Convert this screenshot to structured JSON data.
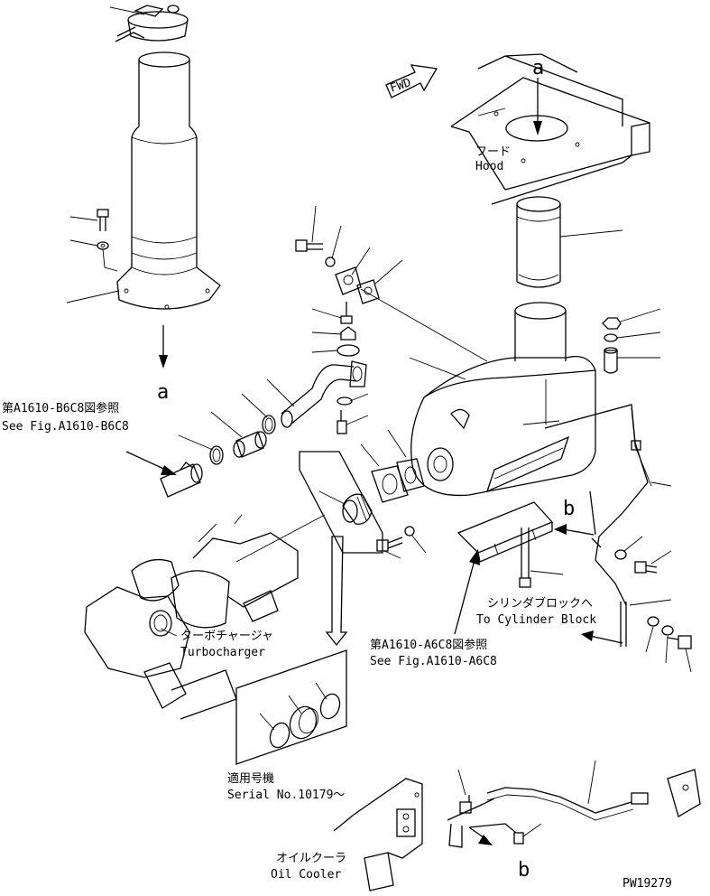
{
  "labels": {
    "view_a_top": "a",
    "view_a_bottom": "a",
    "view_b_mid": "b",
    "view_b_bottom": "b",
    "fwd": "FWD",
    "hood_jp": "フード",
    "hood_en": "Hood",
    "ref_b6c8_jp": "第A1610-B6C8図参照",
    "ref_b6c8_en": "See Fig.A1610-B6C8",
    "turbo_jp": "ターボチャージャ",
    "turbo_en": "Turbocharger",
    "cyl_jp": "シリンダブロックへ",
    "cyl_en": "To Cylinder Block",
    "ref_a6c8_jp": "第A1610-A6C8図参照",
    "ref_a6c8_en": "See Fig.A1610-A6C8",
    "serial_jp": "適用号機",
    "serial_en": "Serial No.10179～",
    "oil_jp": "オイルクーラ",
    "oil_en": "Oil Cooler",
    "drawing_no": "PW19279"
  }
}
